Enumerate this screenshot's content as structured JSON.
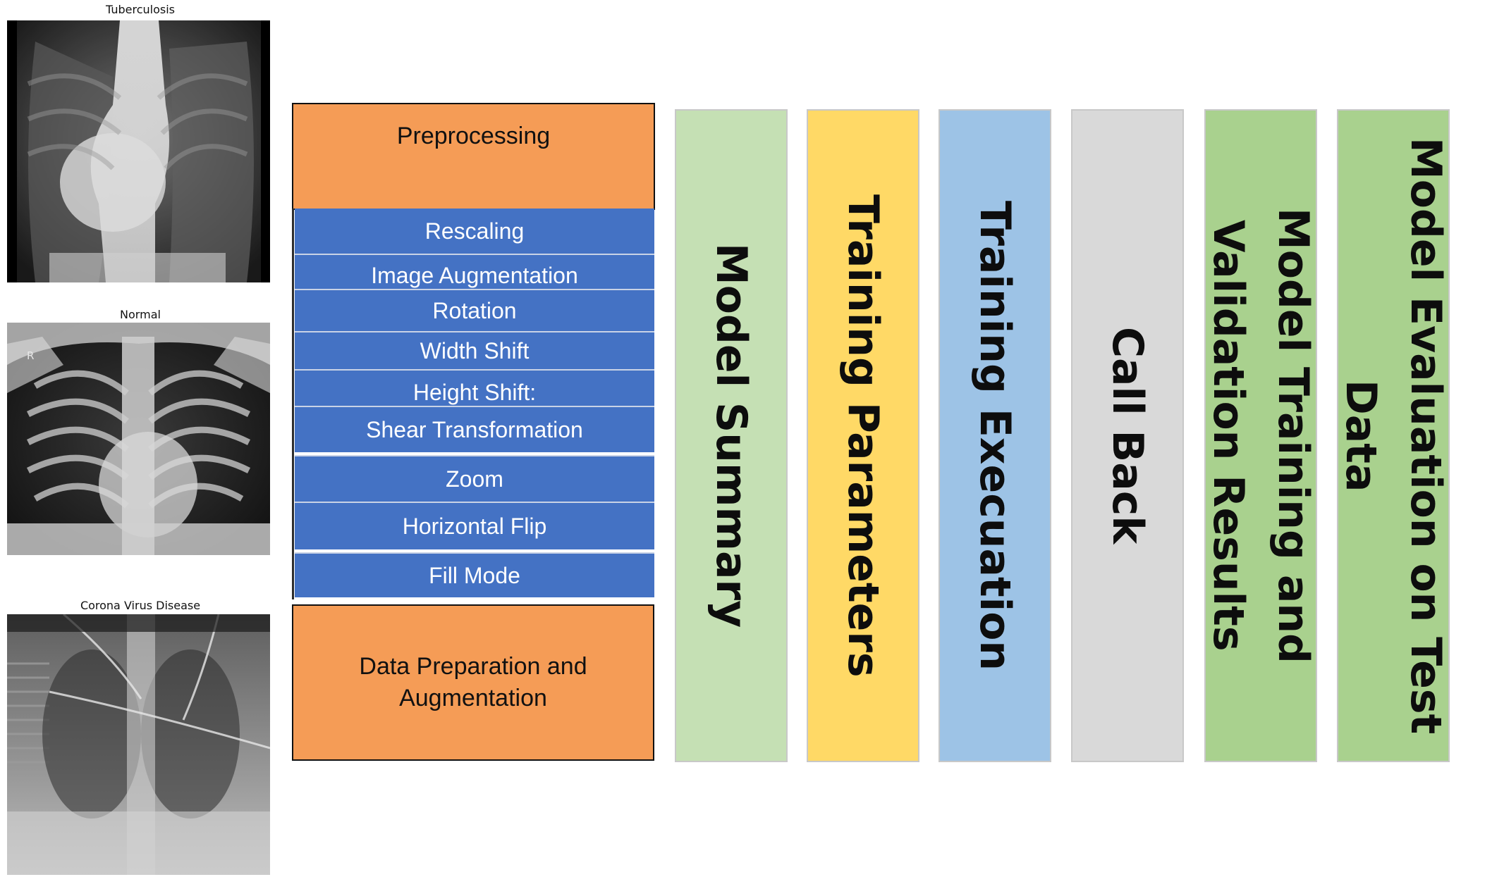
{
  "xrays": {
    "tb_title": "Tuberculosis",
    "normal_title": "Normal",
    "normal_marker": "R",
    "covid_title": "Corona Virus Disease"
  },
  "preprocessing": {
    "title": "Preprocessing",
    "steps": [
      "Rescaling",
      "Image Augmentation",
      "Rotation",
      "Width Shift",
      "Height Shift:",
      "Shear Transformation",
      "Zoom",
      "Horizontal Flip",
      "Fill Mode"
    ],
    "footer": "Data Preparation and\nAugmentation",
    "header_color": "#f59c56",
    "step_color": "#4472c4"
  },
  "stages": [
    {
      "label": "Model Summary",
      "color": "#c5e0b4"
    },
    {
      "label": "Training Parameters",
      "color": "#ffd966"
    },
    {
      "label": "Training Execuation",
      "color": "#9dc3e6"
    },
    {
      "label": "Call Back",
      "color": "#d9d9d9"
    },
    {
      "label": "Model Training and\nValidation Results",
      "color": "#a9d18e"
    },
    {
      "label": "Model Evaluation on Test\nData",
      "color": "#a9d18e"
    }
  ]
}
